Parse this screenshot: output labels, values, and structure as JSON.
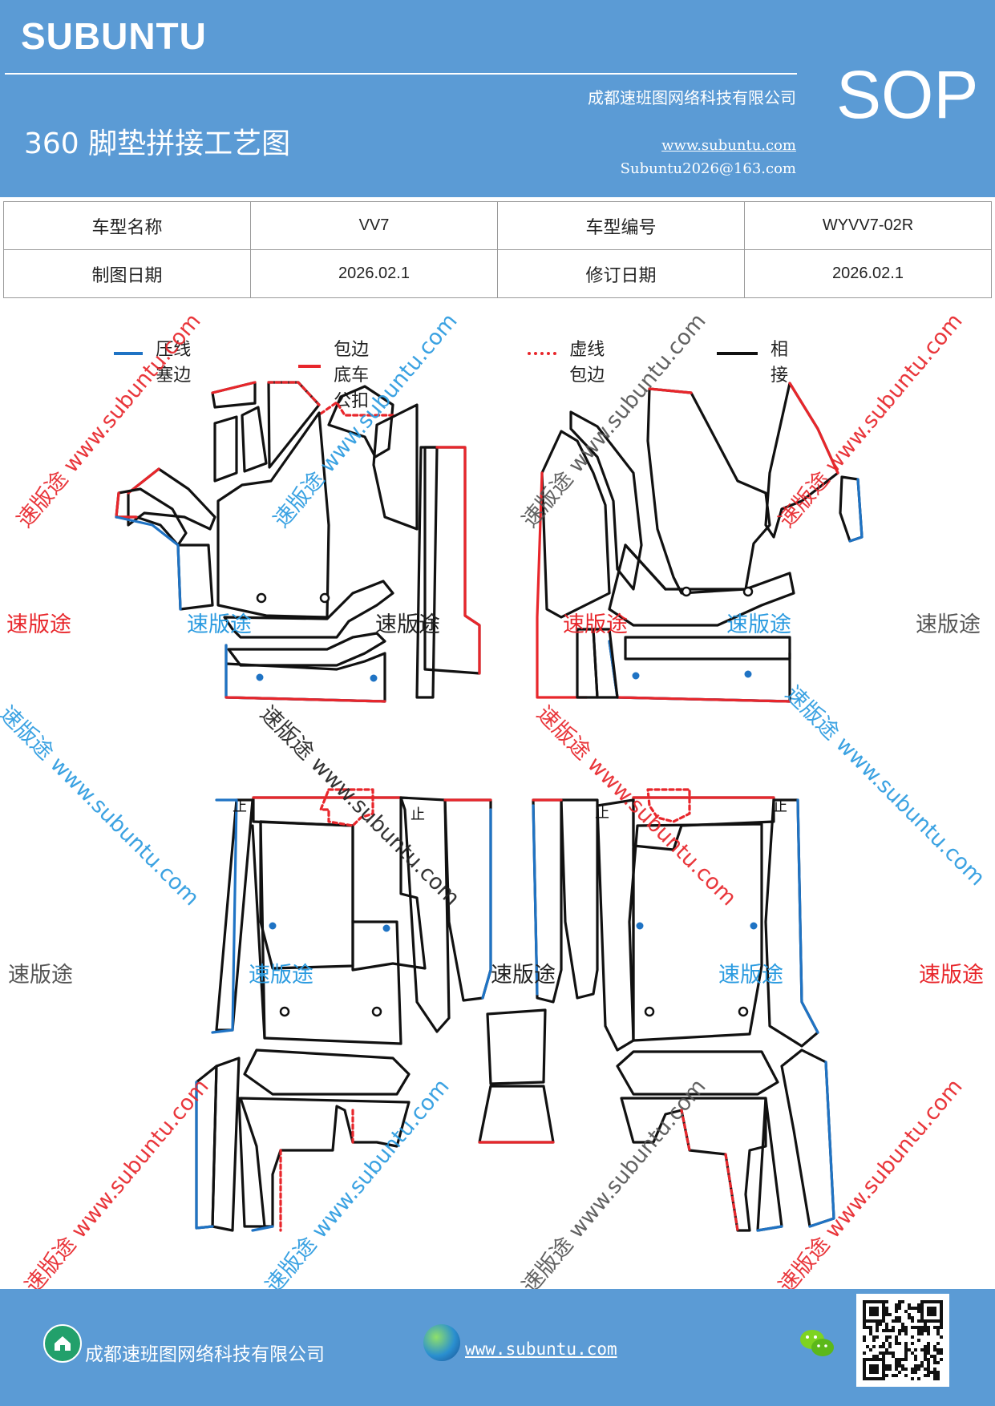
{
  "header": {
    "brand": "SUBUNTU",
    "title": "360 脚垫拼接工艺图",
    "company": "成都速班图网络科技有限公司",
    "website": "www.subuntu.com",
    "email": "Subuntu2026@163.com",
    "badge": "SOP"
  },
  "info_table": {
    "model_name_label": "车型名称",
    "model_name_value": "VV7",
    "model_code_label": "车型编号",
    "model_code_value": "WYVV7-02R",
    "draw_date_label": "制图日期",
    "draw_date_value": "2026.02.1",
    "revise_date_label": "修订日期",
    "revise_date_value": "2026.02.1"
  },
  "legend": [
    {
      "label": "压线塞边",
      "color": "#1f73c4",
      "style": "solid"
    },
    {
      "label": "包边底车公扣",
      "color": "#e8262b",
      "style": "solid"
    },
    {
      "label": "虚线包边",
      "color": "#e8262b",
      "style": "dotted"
    },
    {
      "label": "相接",
      "color": "#111111",
      "style": "solid"
    }
  ],
  "diagram": {
    "stitch_mark": "止"
  },
  "watermarks": {
    "brand_text": "速版途",
    "site_text": "速版途 www.subuntu.com",
    "colors": {
      "red": "#e8262b",
      "blue": "#2b9be0",
      "gray": "#555555",
      "black": "#222222"
    }
  },
  "footer": {
    "company": "成都速班图网络科技有限公司",
    "website": "www.subuntu.com",
    "icons": [
      "home-icon",
      "globe-icon",
      "wechat-icon",
      "qr-code"
    ]
  }
}
